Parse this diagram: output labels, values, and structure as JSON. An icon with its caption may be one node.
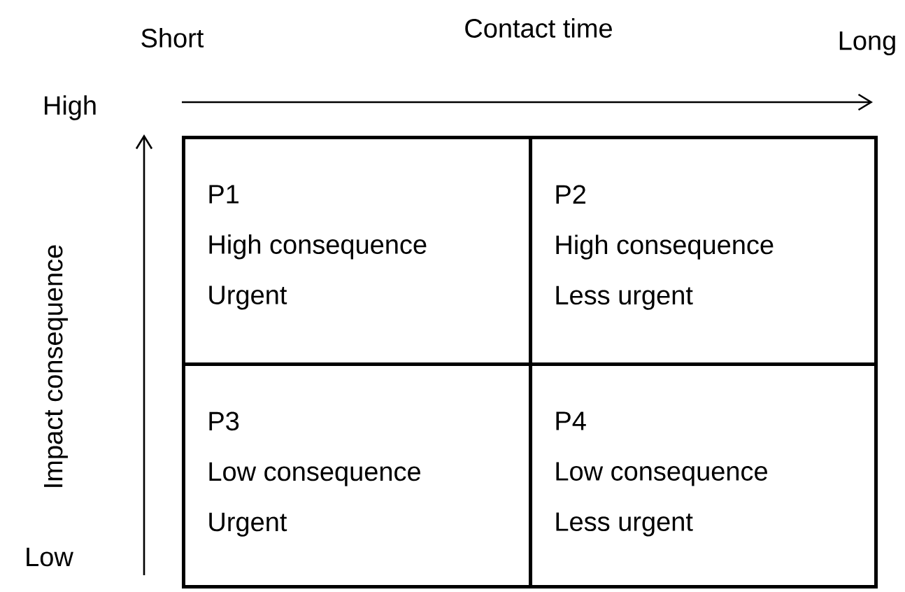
{
  "diagram": {
    "nodes": [
      {
        "text": [
          "P1",
          "High consequence",
          "Urgent"
        ]
      },
      {
        "text": [
          "P2",
          "High consequence",
          "Less urgent"
        ]
      },
      {
        "text": [
          "P3",
          "Low consequence",
          "Urgent"
        ]
      },
      {
        "text": [
          "P4",
          "Low consequence",
          "Less urgent"
        ]
      }
    ],
    "labels": [
      "Short",
      "Contact time",
      "Long",
      "High",
      "Impact consequence",
      "Low"
    ]
  }
}
